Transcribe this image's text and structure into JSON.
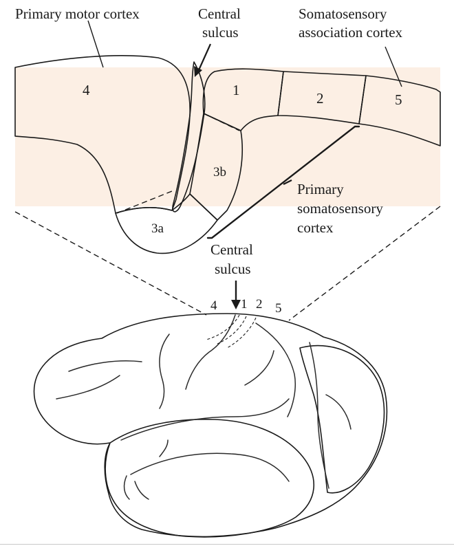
{
  "labels": {
    "primary_motor_cortex": "Primary motor cortex",
    "central_sulcus_top_line1": "Central",
    "central_sulcus_top_line2": "sulcus",
    "somatosensory_assoc_line1": "Somatosensory",
    "somatosensory_assoc_line2": "association cortex",
    "primary_somato_line1": "Primary",
    "primary_somato_line2": "somatosensory",
    "primary_somato_line3": "cortex",
    "central_sulcus_bottom_line1": "Central",
    "central_sulcus_bottom_line2": "sulcus"
  },
  "areas": {
    "area_4": "4",
    "area_1": "1",
    "area_2": "2",
    "area_5": "5",
    "area_3b": "3b",
    "area_3a": "3a"
  },
  "brain_labels": {
    "area_4": "4",
    "area_1": "1",
    "area_2": "2",
    "area_5": "5"
  },
  "colors": {
    "motor_area": "#f0cfb2",
    "somatosensory_area": "#e9ddd4",
    "association_area": "#f0cfb2",
    "white_matter": "#fcefe4",
    "brain_surface": "#f4dcc6",
    "outline": "#1a1a1a"
  }
}
